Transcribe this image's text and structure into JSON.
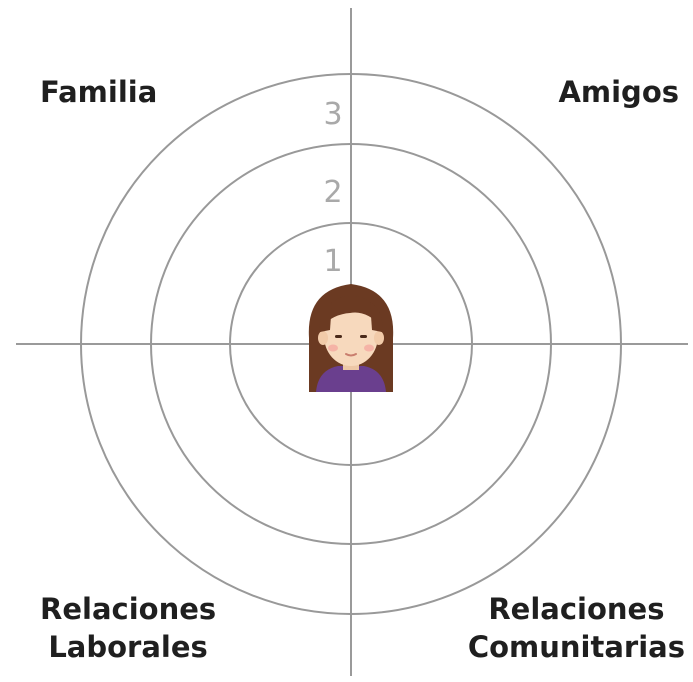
{
  "quadrants": {
    "top_left": "Familia",
    "top_right": "Amigos",
    "bottom_left": [
      "Relaciones",
      "Laborales"
    ],
    "bottom_right": [
      "Relaciones",
      "Comunitarias"
    ]
  },
  "rings": [
    {
      "label": "1"
    },
    {
      "label": "2"
    },
    {
      "label": "3"
    }
  ],
  "colors": {
    "ring_stroke": "#999999",
    "axis_stroke": "#9a9a9a",
    "ring_label": "#a9a9a9",
    "text": "#1f1f1f",
    "hair": "#6b3a22",
    "skin": "#f7d9bd",
    "shirt": "#6a3f8e"
  },
  "center_icon": "woman-avatar-icon"
}
